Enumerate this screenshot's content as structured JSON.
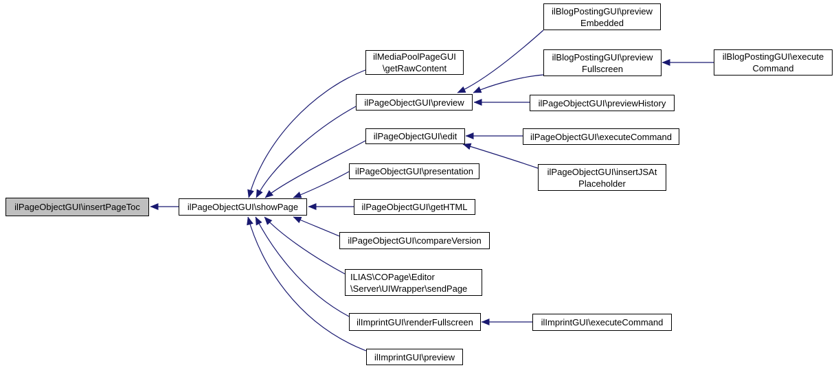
{
  "diagram": {
    "type": "caller-graph",
    "colors": {
      "edge": "#191970",
      "node_border": "#000000",
      "node_fill": "#ffffff",
      "highlight_fill": "#bfbfbf",
      "text": "#000000",
      "background": "#ffffff"
    },
    "nodes": [
      {
        "id": "insertPageToc",
        "label": "ilPageObjectGUI\\insertPageToc",
        "highlighted": true
      },
      {
        "id": "showPage",
        "label": "ilPageObjectGUI\\showPage"
      },
      {
        "id": "getRawContent",
        "label": [
          "ilMediaPoolPageGUI",
          "\\getRawContent"
        ]
      },
      {
        "id": "preview",
        "label": "ilPageObjectGUI\\preview"
      },
      {
        "id": "previewEmbedded",
        "label": [
          "ilBlogPostingGUI\\preview",
          "Embedded"
        ]
      },
      {
        "id": "previewFullscreen",
        "label": [
          "ilBlogPostingGUI\\preview",
          "Fullscreen"
        ]
      },
      {
        "id": "blogExecuteCommand",
        "label": [
          "ilBlogPostingGUI\\execute",
          "Command"
        ]
      },
      {
        "id": "previewHistory",
        "label": "ilPageObjectGUI\\previewHistory"
      },
      {
        "id": "edit",
        "label": "ilPageObjectGUI\\edit"
      },
      {
        "id": "pageExecuteCommand",
        "label": "ilPageObjectGUI\\executeCommand"
      },
      {
        "id": "presentation",
        "label": "ilPageObjectGUI\\presentation"
      },
      {
        "id": "insertJSAtPlaceholder",
        "label": [
          "ilPageObjectGUI\\insertJSAt",
          "Placeholder"
        ]
      },
      {
        "id": "getHTML",
        "label": "ilPageObjectGUI\\getHTML"
      },
      {
        "id": "compareVersion",
        "label": "ilPageObjectGUI\\compareVersion"
      },
      {
        "id": "sendPage",
        "label": [
          "ILIAS\\COPage\\Editor",
          "\\Server\\UIWrapper\\sendPage"
        ]
      },
      {
        "id": "renderFullscreen",
        "label": "ilImprintGUI\\renderFullscreen"
      },
      {
        "id": "imprintExecuteCommand",
        "label": "ilImprintGUI\\executeCommand"
      },
      {
        "id": "imprintPreview",
        "label": "ilImprintGUI\\preview"
      }
    ],
    "edges": [
      {
        "from": "showPage",
        "to": "insertPageToc"
      },
      {
        "from": "getRawContent",
        "to": "showPage"
      },
      {
        "from": "preview",
        "to": "showPage"
      },
      {
        "from": "edit",
        "to": "showPage"
      },
      {
        "from": "presentation",
        "to": "showPage"
      },
      {
        "from": "getHTML",
        "to": "showPage"
      },
      {
        "from": "compareVersion",
        "to": "showPage"
      },
      {
        "from": "sendPage",
        "to": "showPage"
      },
      {
        "from": "renderFullscreen",
        "to": "showPage"
      },
      {
        "from": "imprintPreview",
        "to": "showPage"
      },
      {
        "from": "previewEmbedded",
        "to": "preview"
      },
      {
        "from": "previewFullscreen",
        "to": "preview"
      },
      {
        "from": "previewHistory",
        "to": "preview"
      },
      {
        "from": "blogExecuteCommand",
        "to": "previewFullscreen"
      },
      {
        "from": "pageExecuteCommand",
        "to": "edit"
      },
      {
        "from": "insertJSAtPlaceholder",
        "to": "edit"
      },
      {
        "from": "imprintExecuteCommand",
        "to": "renderFullscreen"
      }
    ]
  }
}
